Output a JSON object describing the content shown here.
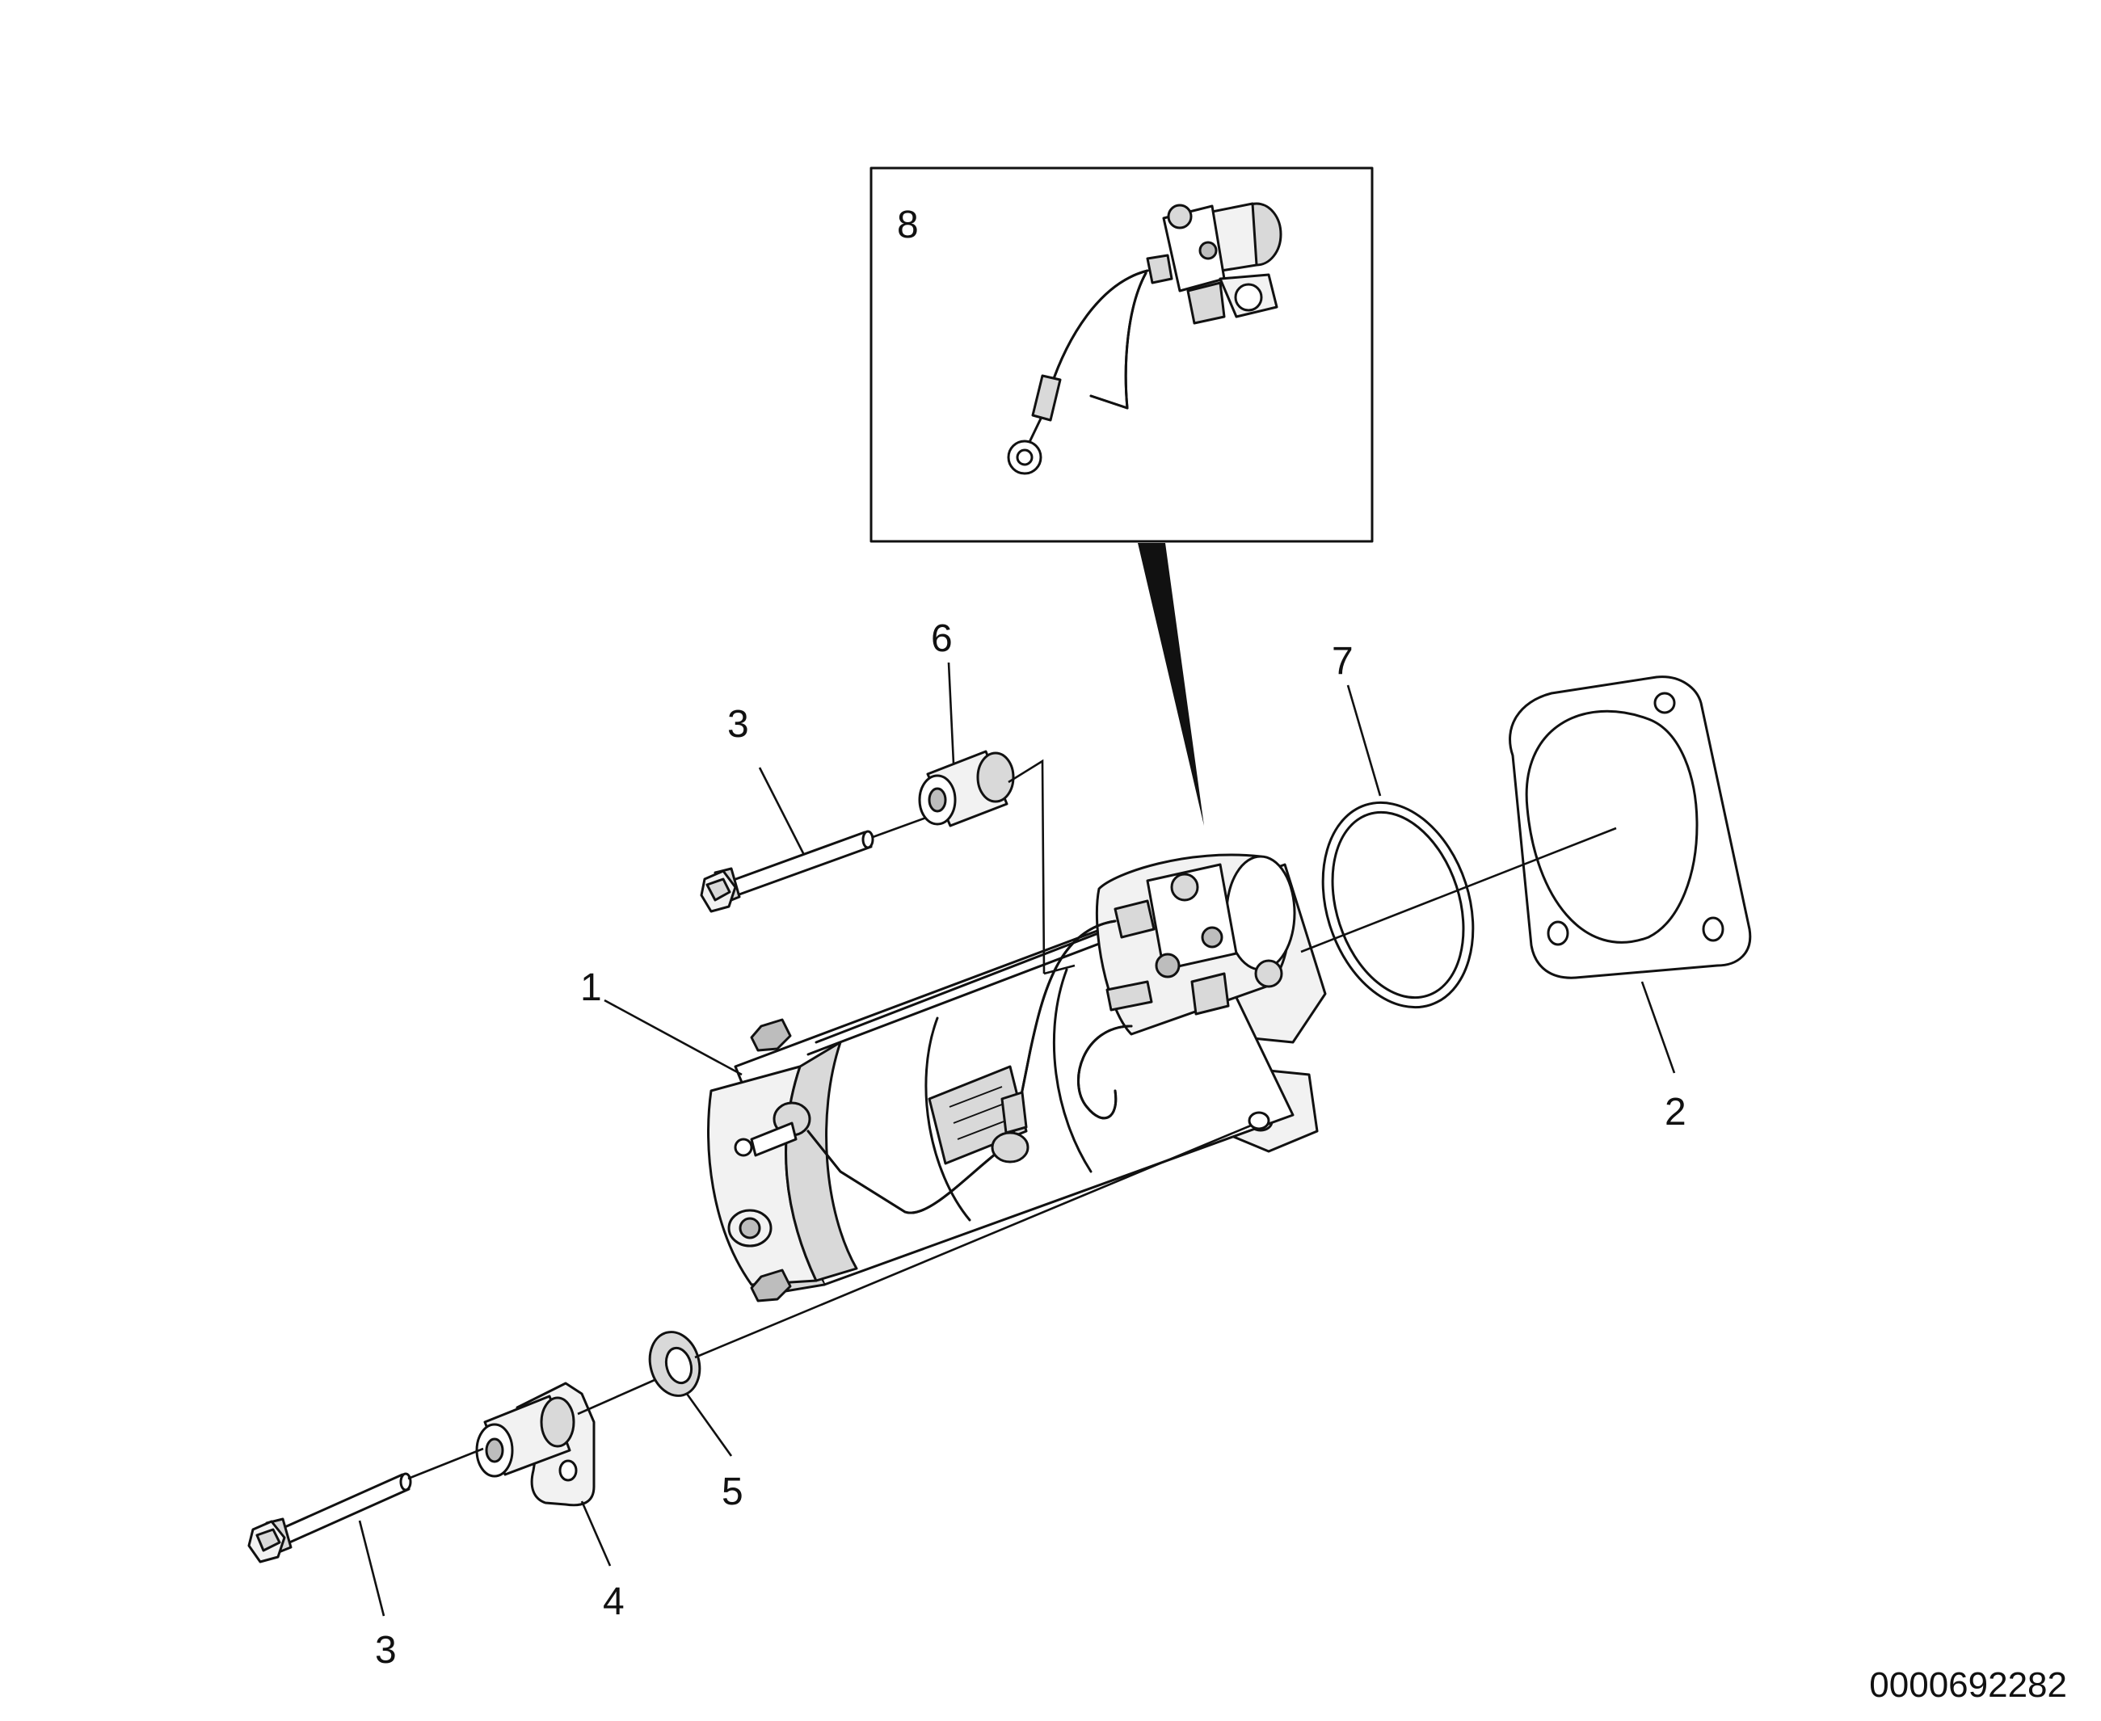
{
  "diagram": {
    "callouts": [
      {
        "id": "1",
        "label": "1"
      },
      {
        "id": "2",
        "label": "2"
      },
      {
        "id": "3a",
        "label": "3"
      },
      {
        "id": "3b",
        "label": "3"
      },
      {
        "id": "4",
        "label": "4"
      },
      {
        "id": "5",
        "label": "5"
      },
      {
        "id": "6",
        "label": "6"
      },
      {
        "id": "7",
        "label": "7"
      },
      {
        "id": "8",
        "label": "8"
      }
    ],
    "document_number": "0000692282",
    "colors": {
      "line": "#111111",
      "shade_light": "#f2f2f2",
      "shade_mid": "#d9d9d9",
      "shade_dark": "#bdbdbd"
    }
  }
}
